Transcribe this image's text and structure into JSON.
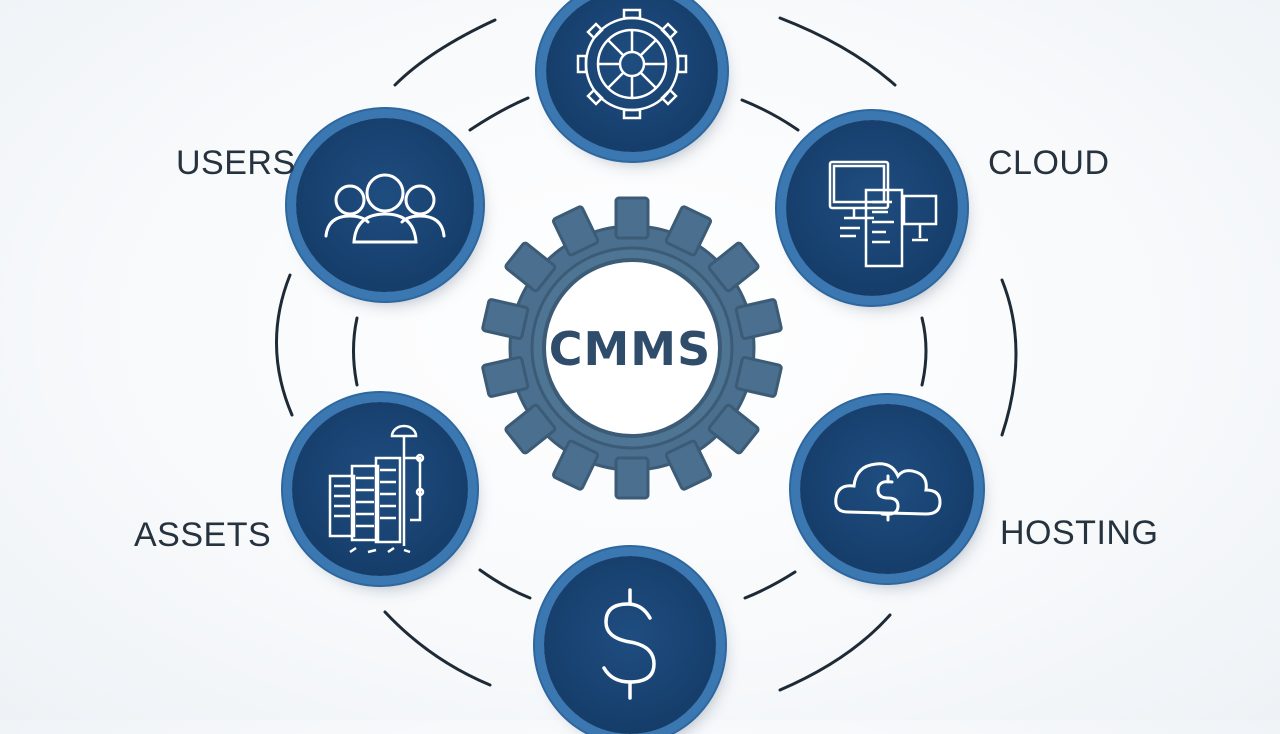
{
  "center": {
    "label": "CMMS"
  },
  "nodes": [
    {
      "id": "settings",
      "label": "",
      "icon": "gear-icon"
    },
    {
      "id": "users",
      "label": "USERS",
      "icon": "users-group-icon"
    },
    {
      "id": "cloud",
      "label": "CLOUD",
      "icon": "computers-icon"
    },
    {
      "id": "assets",
      "label": "ASSETS",
      "icon": "buildings-icon"
    },
    {
      "id": "hosting",
      "label": "HOSTING",
      "icon": "cloud-dollar-icon"
    },
    {
      "id": "cost",
      "label": "",
      "icon": "dollar-icon"
    }
  ],
  "colors": {
    "node_fill": "#17406e",
    "node_ring": "#3b78b2",
    "gear": "#4a6f8f",
    "label_text": "#26333f",
    "center_text": "#2f4d6a"
  }
}
